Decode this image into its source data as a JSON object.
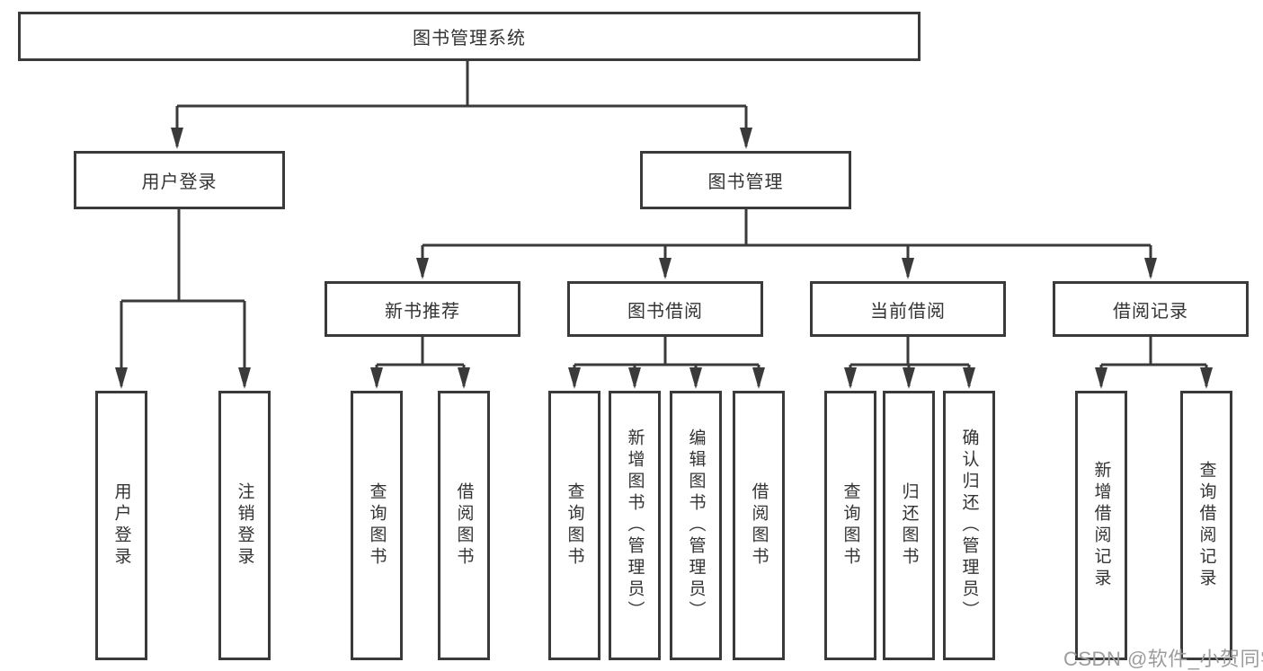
{
  "colors": {
    "line": "#3a3a3a",
    "box_border": "#3a3a3a",
    "text": "#333333",
    "background": "#ffffff",
    "watermark": "#9c9c9c"
  },
  "nodes": {
    "root": {
      "label": "图书管理系统"
    },
    "user_login": {
      "label": "用户登录"
    },
    "book_management": {
      "label": "图书管理"
    },
    "new_book_recommend": {
      "label": "新书推荐"
    },
    "book_borrowing": {
      "label": "图书借阅"
    },
    "current_borrowing": {
      "label": "当前借阅"
    },
    "borrowing_records": {
      "label": "借阅记录"
    },
    "leaf_user_login": {
      "label": "用户登录"
    },
    "leaf_logout": {
      "label": "注销登录"
    },
    "leaf_query_books_recommend": {
      "label": "查询图书"
    },
    "leaf_borrow_books_recommend": {
      "label": "借阅图书"
    },
    "leaf_query_books_borrowing": {
      "label": "查询图书"
    },
    "leaf_add_book_admin": {
      "label": "新增图书（管理员）"
    },
    "leaf_edit_book_admin": {
      "label": "编辑图书（管理员）"
    },
    "leaf_borrow_books_borrowing": {
      "label": "借阅图书"
    },
    "leaf_query_books_current": {
      "label": "查询图书"
    },
    "leaf_return_books": {
      "label": "归还图书"
    },
    "leaf_confirm_return_admin": {
      "label": "确认归还（管理员）"
    },
    "leaf_add_borrow_record": {
      "label": "新增借阅记录"
    },
    "leaf_query_borrow_record": {
      "label": "查询借阅记录"
    }
  },
  "watermark": {
    "text": "CSDN @软件_小贺同学"
  }
}
